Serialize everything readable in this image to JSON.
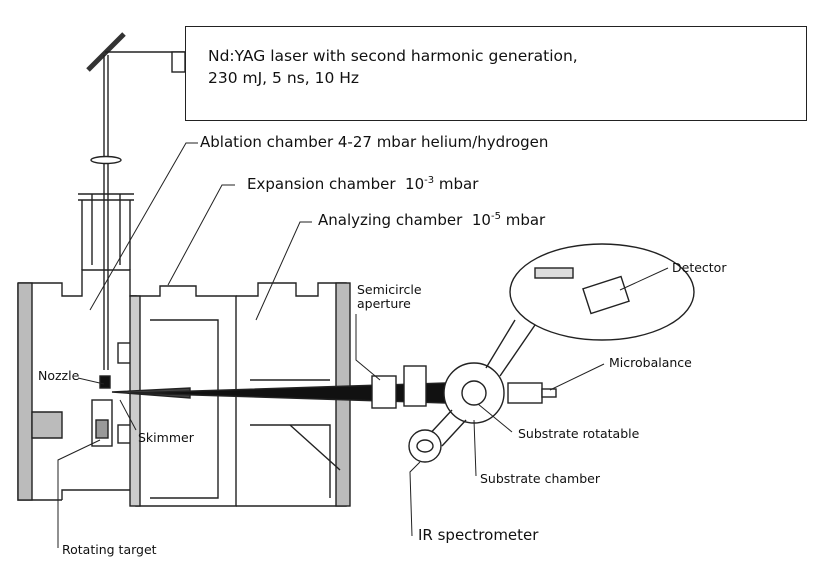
{
  "laser": {
    "line1": "Nd:YAG laser with second harmonic generation,",
    "line2": "230 mJ, 5 ns, 10 Hz"
  },
  "labels": {
    "ablation": "Ablation chamber 4-27 mbar helium/hydrogen",
    "expansion": "Expansion chamber",
    "expansion_pressure_base": "10",
    "expansion_pressure_exp": "-3",
    "expansion_pressure_unit": " mbar",
    "analyzing": "Analyzing chamber",
    "analyzing_pressure_base": "10",
    "analyzing_pressure_exp": "-5",
    "analyzing_pressure_unit": " mbar",
    "semicircle_1": "Semicircle",
    "semicircle_2": "aperture",
    "detector": "Detector",
    "microbalance": "Microbalance",
    "nozzle": "Nozzle",
    "skimmer": "Skimmer",
    "substrate_rotatable": "Substrate rotatable",
    "substrate_chamber": "Substrate chamber",
    "ir_spectrometer": "IR spectrometer",
    "rotating_target": "Rotating target"
  }
}
